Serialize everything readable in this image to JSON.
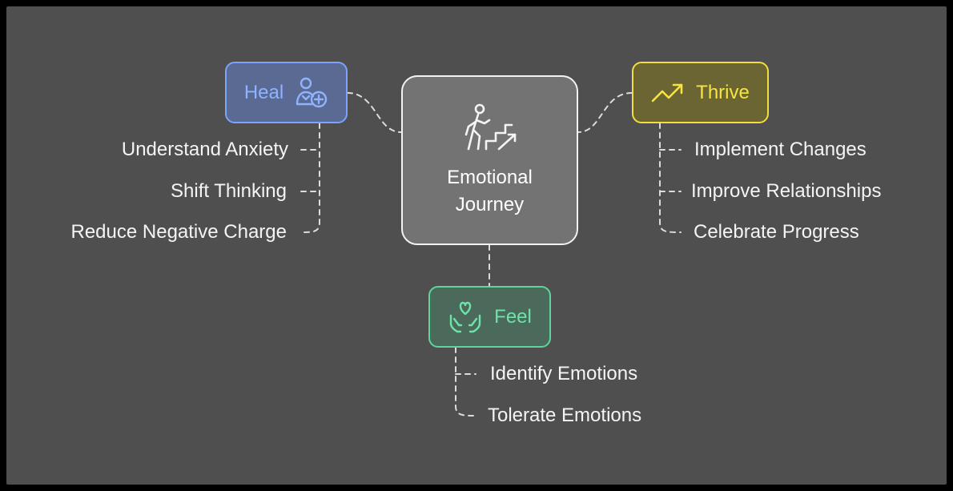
{
  "center": {
    "title": "Emotional\nJourney",
    "icon": "person-climbing-stairs-icon"
  },
  "heal": {
    "label": "Heal",
    "icon": "person-medical-icon",
    "color": "#7aa4ff",
    "items": [
      "Understand Anxiety",
      "Shift Thinking",
      "Reduce Negative Charge"
    ]
  },
  "thrive": {
    "label": "Thrive",
    "icon": "trending-up-icon",
    "color": "#f2de3c",
    "items": [
      "Implement Changes",
      "Improve Relationships",
      "Celebrate Progress"
    ]
  },
  "feel": {
    "label": "Feel",
    "icon": "hands-heart-icon",
    "color": "#5ed59c",
    "items": [
      "Identify Emotions",
      "Tolerate Emotions"
    ]
  }
}
